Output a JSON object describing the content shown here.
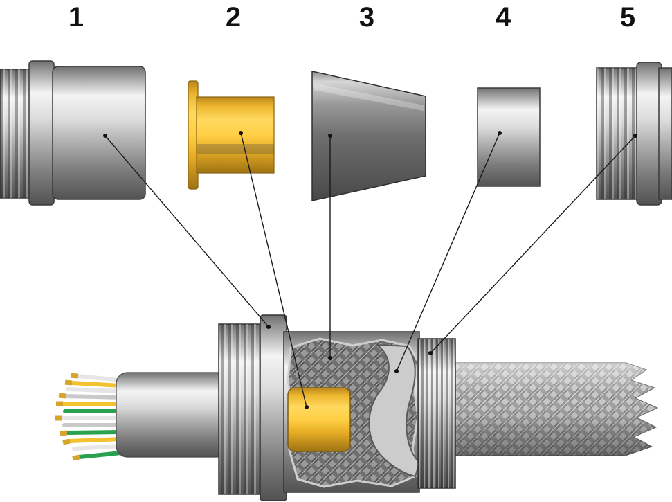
{
  "diagram": {
    "parts": [
      {
        "label": "1",
        "name": "threaded-connector-body"
      },
      {
        "label": "2",
        "name": "gold-ferrule"
      },
      {
        "label": "3",
        "name": "clamp-cone"
      },
      {
        "label": "4",
        "name": "spacer-ring"
      },
      {
        "label": "5",
        "name": "threaded-coupling-nut"
      }
    ]
  },
  "colors": {
    "background": "#ffffff",
    "leader_line": "#1a1a1a",
    "label_text": "#111111",
    "gold": "#f3bb2f",
    "metal": "#b9b9b9",
    "wire_yellow": "#f2c230",
    "wire_green": "#2aa14f",
    "wire_gray": "#c9c9c9",
    "wire_silver": "#e6e6e6",
    "contact_gold": "#d7a32b"
  }
}
